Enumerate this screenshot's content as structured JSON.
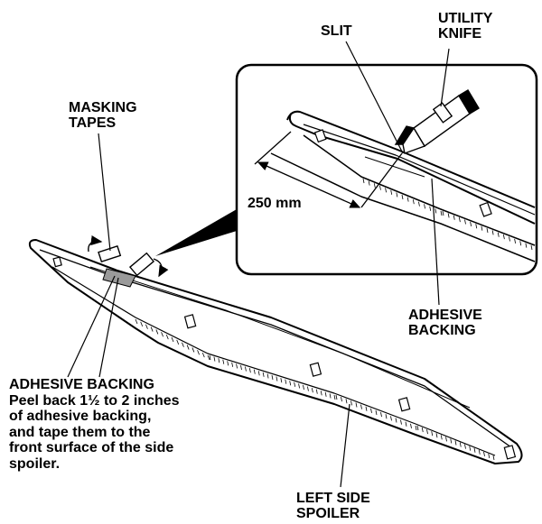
{
  "labels": {
    "slit": "SLIT",
    "utility_knife": [
      "UTILITY",
      "KNIFE"
    ],
    "masking_tapes": [
      "MASKING",
      "TAPES"
    ],
    "measure": "250 mm",
    "adhesive_backing_detail": [
      "ADHESIVE",
      "BACKING"
    ],
    "adhesive_backing_note": [
      "ADHESIVE BACKING",
      "Peel back 1½ to 2 inches",
      "of adhesive backing,",
      "and tape them to the",
      "front surface of the side",
      "spoiler."
    ],
    "left_side_spoiler": [
      "LEFT SIDE",
      "SPOILER"
    ]
  },
  "icons": [
    "utility-knife-icon",
    "masking-tape-icon",
    "peel-arrow-icon",
    "dimension-arrow-icon"
  ],
  "colors": {
    "line": "#000000",
    "background": "#ffffff"
  }
}
